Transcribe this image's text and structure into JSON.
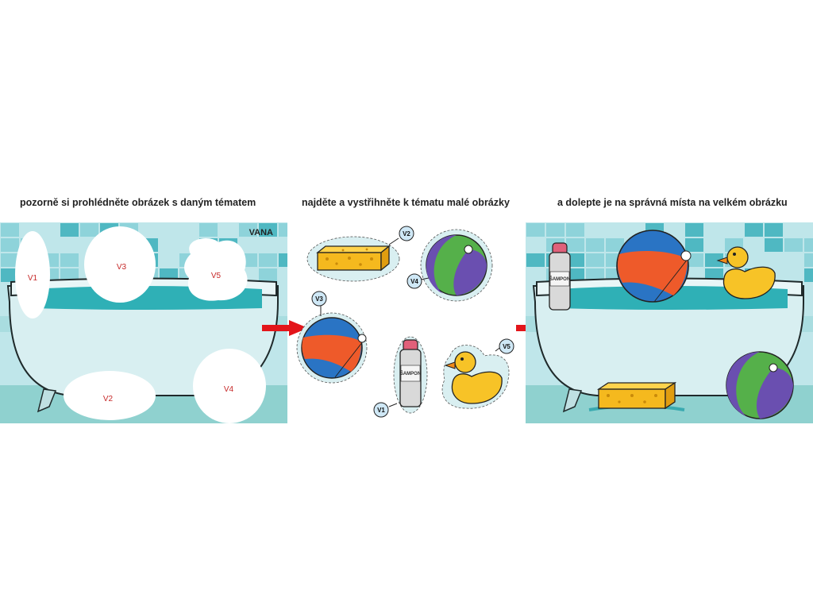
{
  "captions": {
    "step1": "pozorně si prohlédněte obrázek s daným tématem",
    "step2": "najděte a vystřihněte k tématu malé obrázky",
    "step3": "a dolepte je na správná místa na velkém obrázku"
  },
  "left_panel": {
    "theme_title": "VANA",
    "slots": [
      "V1",
      "V2",
      "V3",
      "V4",
      "V5"
    ]
  },
  "cutouts": {
    "tags": [
      "V1",
      "V2",
      "V3",
      "V4",
      "V5"
    ],
    "shampoo_label": "ŠAMPON"
  },
  "colors": {
    "tile_light": "#bfe6ea",
    "tile_mid": "#8ed3da",
    "tile_dark": "#4fb8c2",
    "floor": "#8fd1cf",
    "tub": "#d8eff1",
    "water": "#2fb0b6",
    "arrow": "#e3151a",
    "label_red": "#c62828"
  },
  "icons": [
    "bathtub-illustration",
    "sponge-icon",
    "beach-ball-icon",
    "shampoo-bottle-icon",
    "rubber-duck-icon",
    "right-arrow-icon"
  ]
}
